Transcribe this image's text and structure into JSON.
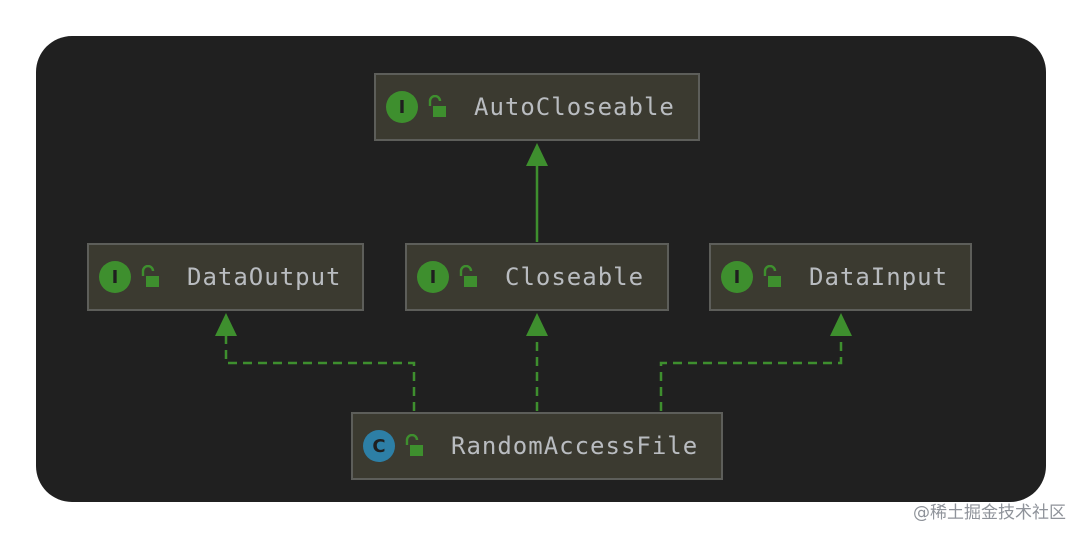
{
  "nodes": {
    "autocloseable": {
      "name": "AutoCloseable",
      "kind_letter": "I",
      "kind": "interface"
    },
    "dataoutput": {
      "name": "DataOutput",
      "kind_letter": "I",
      "kind": "interface"
    },
    "closeable": {
      "name": "Closeable",
      "kind_letter": "I",
      "kind": "interface"
    },
    "datainput": {
      "name": "DataInput",
      "kind_letter": "I",
      "kind": "interface"
    },
    "randomaccessfile": {
      "name": "RandomAccessFile",
      "kind_letter": "C",
      "kind": "class"
    }
  },
  "edges": [
    {
      "from": "Closeable",
      "to": "AutoCloseable",
      "style": "solid"
    },
    {
      "from": "RandomAccessFile",
      "to": "DataOutput",
      "style": "dashed"
    },
    {
      "from": "RandomAccessFile",
      "to": "Closeable",
      "style": "dashed"
    },
    {
      "from": "RandomAccessFile",
      "to": "DataInput",
      "style": "dashed"
    }
  ],
  "icons": {
    "interface_badge": "interface-icon",
    "class_badge": "class-icon",
    "visibility": "unlocked-padlock-icon"
  },
  "colors": {
    "background": "#202020",
    "node_fill": "#3b3a30",
    "node_border": "#5d5e5a",
    "edge": "#3e8f2e",
    "interface_badge": "#3e8f2e",
    "class_badge": "#2d7fa6",
    "label": "#b9bcc0"
  },
  "watermark": "@稀土掘金技术社区"
}
